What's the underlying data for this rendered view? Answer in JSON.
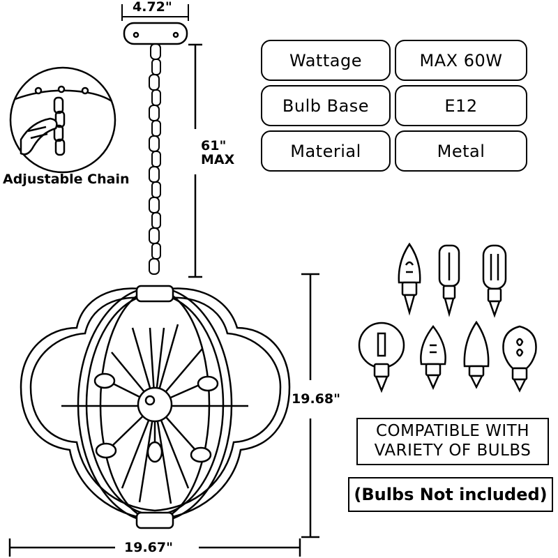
{
  "dimensions": {
    "canopy_width": "4.72\"",
    "chain_length_value": "61\"",
    "chain_length_suffix": "MAX",
    "height": "19.68\"",
    "width": "19.67\""
  },
  "chain_callout": {
    "label": "Adjustable Chain"
  },
  "specs": [
    {
      "name": "Wattage",
      "value": "MAX 60W"
    },
    {
      "name": "Bulb Base",
      "value": "E12"
    },
    {
      "name": "Material",
      "value": "Metal"
    }
  ],
  "bulbs": {
    "compatible_line1": "COMPATIBLE WITH",
    "compatible_line2": "VARIETY OF BULBS",
    "not_included": "(Bulbs Not included)"
  }
}
